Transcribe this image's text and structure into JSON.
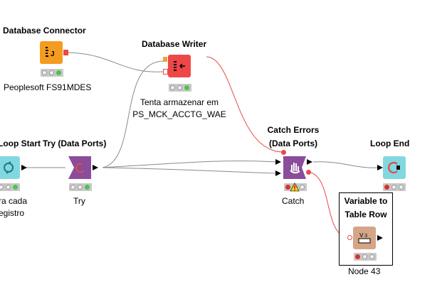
{
  "workflow": {
    "colors": {
      "canvas_bg": "#ffffff",
      "db_source": "#f39c1f",
      "db_writer": "#ef4747",
      "loop": "#82d8e0",
      "scope": "#8a4c9b",
      "manipulator": "#d5a587",
      "connection": "#888888",
      "flow_variable": "#e84a4a",
      "status_red": "#d93030",
      "status_green": "#4cc34c",
      "status_idle": "#f2f2f2"
    },
    "nodes": [
      {
        "id": "database-connector",
        "title": "Database Connector",
        "label": "Peoplesoft FS91MDES",
        "icon": "database-icon",
        "status": "green"
      },
      {
        "id": "database-writer",
        "title": "Database Writer",
        "label": "Tenta armazenar em\nPS_MCK_ACCTG_WAE",
        "icon": "table-write-icon",
        "status": "green"
      },
      {
        "id": "loop-start",
        "title": "Loop Start",
        "label": "ra cada\negistro",
        "icon": "loop-icon",
        "status": "green"
      },
      {
        "id": "try",
        "title": "Try (Data Ports)",
        "label": "Try",
        "icon": "try-icon",
        "status": "green"
      },
      {
        "id": "catch-errors",
        "title": "Catch Errors\n(Data Ports)",
        "label": "Catch",
        "icon": "catch-hand-icon",
        "status": "red",
        "warning": "warning-icon"
      },
      {
        "id": "loop-end",
        "title": "Loop End",
        "label": "",
        "icon": "loop-end-icon",
        "status": "red"
      },
      {
        "id": "variable-to-table-row",
        "title": "Variable to\nTable Row",
        "label": "Node 43",
        "icon": "variable-to-row-icon",
        "status": "red"
      }
    ]
  }
}
